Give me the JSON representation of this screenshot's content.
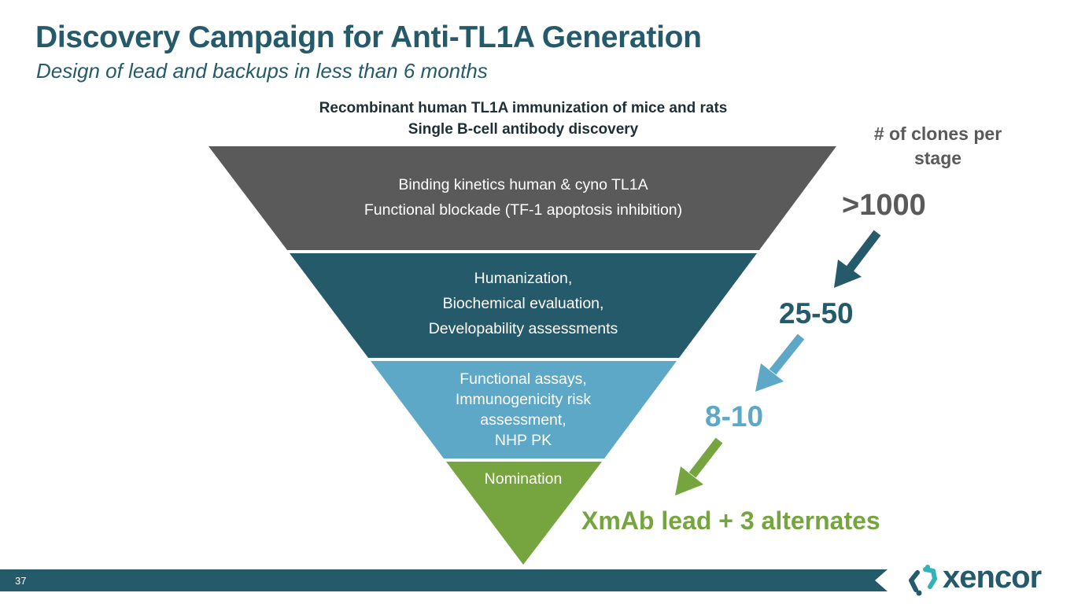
{
  "slide": {
    "title": "Discovery Campaign for Anti-TL1A Generation",
    "subtitle": "Design of lead and backups in less than 6 months",
    "page_number": "37"
  },
  "funnel_header": [
    "Recombinant human TL1A immunization of mice and rats",
    "Single B-cell antibody discovery"
  ],
  "funnel": {
    "stages": [
      {
        "name": "screening",
        "color": "#5a5a5a",
        "lines": [
          "Binding kinetics human & cyno TL1A",
          "Functional blockade (TF-1 apoptosis inhibition)"
        ]
      },
      {
        "name": "humanization",
        "color": "#255a6b",
        "lines": [
          "Humanization,",
          "Biochemical evaluation,",
          "Developability assessments"
        ]
      },
      {
        "name": "functional",
        "color": "#5da8c7",
        "lines": [
          "Functional assays,",
          "Immunogenicity risk",
          "assessment,",
          "NHP PK"
        ]
      },
      {
        "name": "nomination",
        "color": "#76a53f",
        "lines": [
          "Nomination"
        ]
      }
    ]
  },
  "clones": {
    "heading": "# of clones per stage",
    "counts": [
      {
        "value": ">1000",
        "color": "#5a5a5a"
      },
      {
        "value": "25-50",
        "color": "#255a6b"
      },
      {
        "value": "8-10",
        "color": "#5da8c7"
      },
      {
        "value": "XmAb lead + 3 alternates",
        "color": "#76a53f"
      }
    ],
    "arrow_colors": [
      "#255a6b",
      "#5da8c7",
      "#76a53f"
    ]
  },
  "brand": {
    "name": "xencor",
    "primary_color": "#255a6b",
    "accent_color": "#33b3b8"
  }
}
